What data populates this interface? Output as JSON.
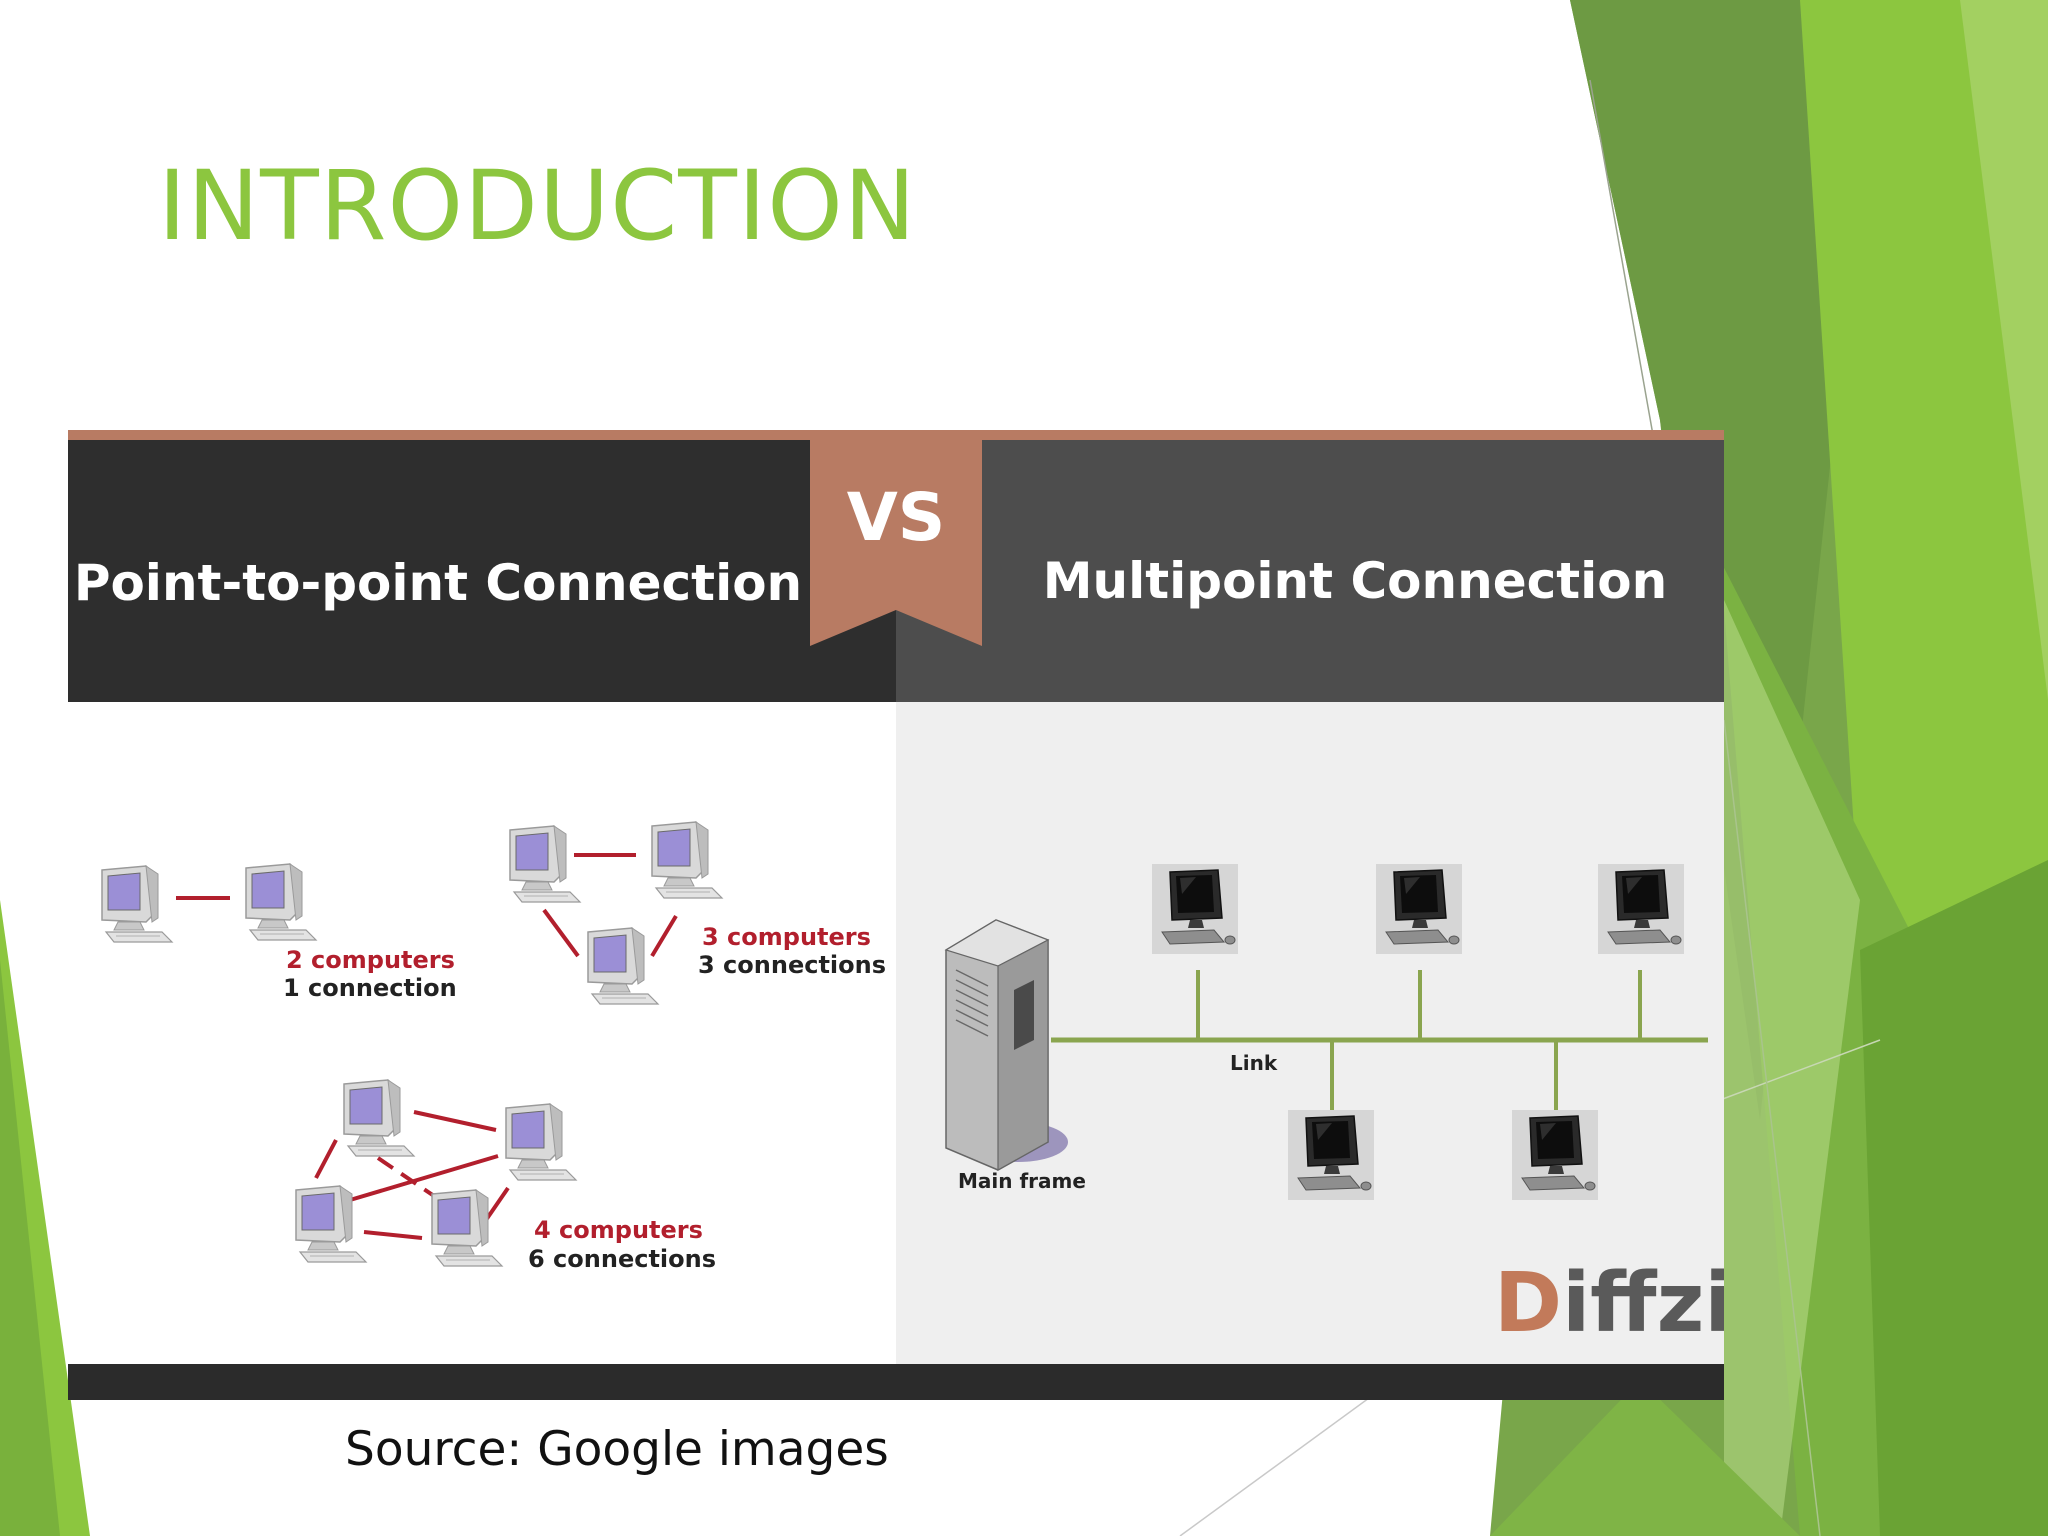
{
  "slide": {
    "title": "INTRODUCTION",
    "source_caption": "Source: Google images"
  },
  "figure": {
    "left_heading": "Point-to-point Connection",
    "vs_label": "VS",
    "right_heading": "Multipoint Connection",
    "point_to_point": [
      {
        "computers_label": "2 computers",
        "connections_label": "1 connection"
      },
      {
        "computers_label": "3 computers",
        "connections_label": "3 connections"
      },
      {
        "computers_label": "4 computers",
        "connections_label": "6 connections"
      }
    ],
    "multipoint": {
      "mainframe_label": "Main frame",
      "link_label": "Link"
    },
    "watermark": {
      "first_letter": "D",
      "rest": "iffzi"
    }
  },
  "colors": {
    "title_green": "#8cc63f",
    "banner_dark": "#2e2e2e",
    "banner_mid": "#4d4d4d",
    "vs_accent": "#b87b63",
    "label_red": "#b21f2d",
    "link_line": "#8aa54f",
    "monitor_screen": "#9b8fd6"
  }
}
